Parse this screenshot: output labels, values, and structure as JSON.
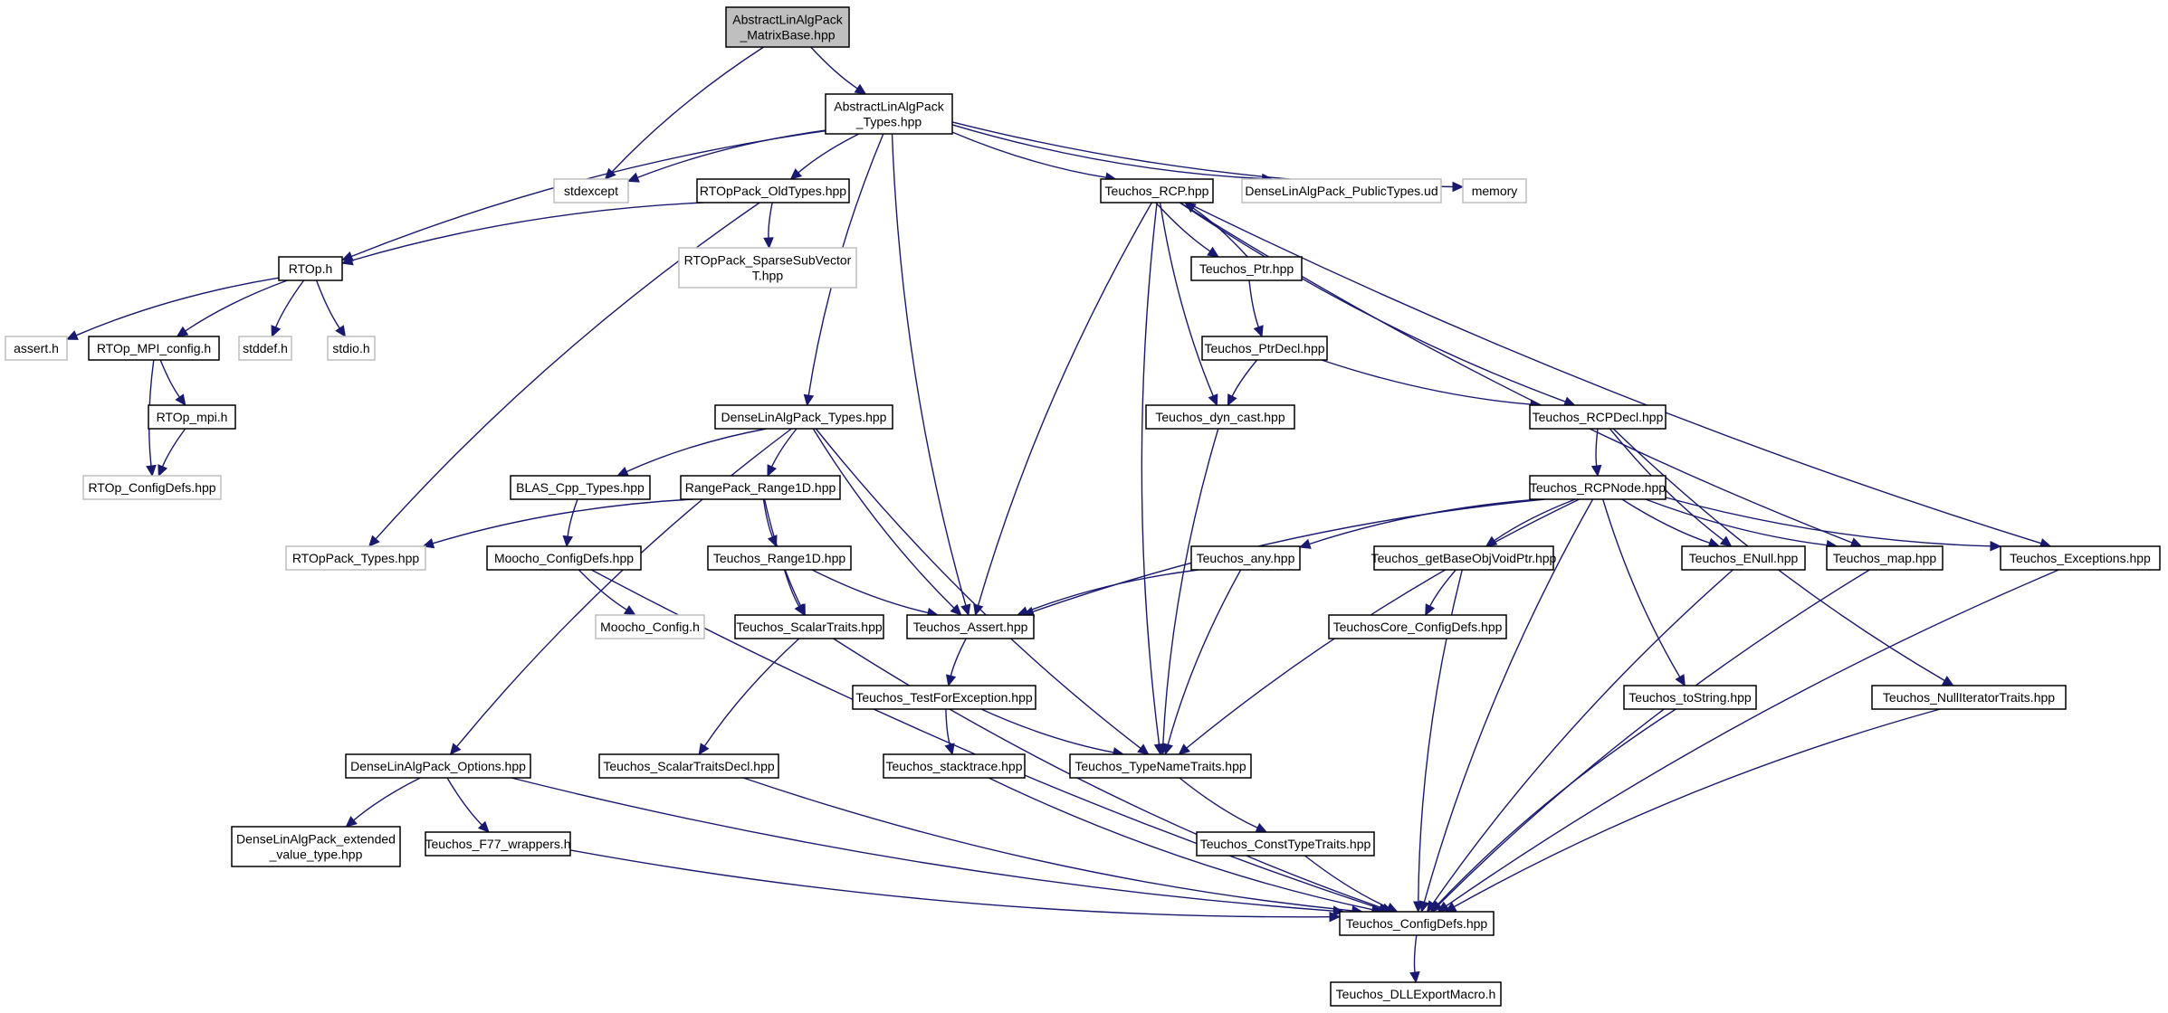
{
  "colors": {
    "edge": "#191970",
    "root_fill": "#bfbfbf",
    "external_border": "#bfbfbf",
    "node_border": "#000000"
  },
  "nodes": [
    {
      "id": "root",
      "lines": [
        "AbstractLinAlgPack",
        "_MatrixBase.hpp"
      ],
      "kind": "root"
    },
    {
      "id": "types",
      "lines": [
        "AbstractLinAlgPack",
        "_Types.hpp"
      ],
      "kind": "normal"
    },
    {
      "id": "stdexcept",
      "lines": [
        "stdexcept"
      ],
      "kind": "external"
    },
    {
      "id": "oldtypes",
      "lines": [
        "RTOpPack_OldTypes.hpp"
      ],
      "kind": "normal"
    },
    {
      "id": "rcp",
      "lines": [
        "Teuchos_RCP.hpp"
      ],
      "kind": "normal"
    },
    {
      "id": "pubtypes",
      "lines": [
        "DenseLinAlgPack_PublicTypes.ud"
      ],
      "kind": "external"
    },
    {
      "id": "memory",
      "lines": [
        "memory"
      ],
      "kind": "external"
    },
    {
      "id": "rtoph",
      "lines": [
        "RTOp.h"
      ],
      "kind": "normal"
    },
    {
      "id": "sparse",
      "lines": [
        "RTOpPack_SparseSubVector",
        "T.hpp"
      ],
      "kind": "external"
    },
    {
      "id": "ptr",
      "lines": [
        "Teuchos_Ptr.hpp"
      ],
      "kind": "normal"
    },
    {
      "id": "asserth",
      "lines": [
        "assert.h"
      ],
      "kind": "external"
    },
    {
      "id": "mpiconfig",
      "lines": [
        "RTOp_MPI_config.h"
      ],
      "kind": "normal"
    },
    {
      "id": "stddef",
      "lines": [
        "stddef.h"
      ],
      "kind": "external"
    },
    {
      "id": "stdio",
      "lines": [
        "stdio.h"
      ],
      "kind": "external"
    },
    {
      "id": "ptrdecl",
      "lines": [
        "Teuchos_PtrDecl.hpp"
      ],
      "kind": "normal"
    },
    {
      "id": "rtopmpi",
      "lines": [
        "RTOp_mpi.h"
      ],
      "kind": "normal"
    },
    {
      "id": "dlatypes",
      "lines": [
        "DenseLinAlgPack_Types.hpp"
      ],
      "kind": "normal"
    },
    {
      "id": "dyncast",
      "lines": [
        "Teuchos_dyn_cast.hpp"
      ],
      "kind": "normal"
    },
    {
      "id": "rcpdecl",
      "lines": [
        "Teuchos_RCPDecl.hpp"
      ],
      "kind": "normal"
    },
    {
      "id": "rtopconfig",
      "lines": [
        "RTOp_ConfigDefs.hpp"
      ],
      "kind": "external"
    },
    {
      "id": "blas",
      "lines": [
        "BLAS_Cpp_Types.hpp"
      ],
      "kind": "normal"
    },
    {
      "id": "range1d",
      "lines": [
        "RangePack_Range1D.hpp"
      ],
      "kind": "normal"
    },
    {
      "id": "rcpnode",
      "lines": [
        "Teuchos_RCPNode.hpp"
      ],
      "kind": "normal"
    },
    {
      "id": "rtoptypes",
      "lines": [
        "RTOpPack_Types.hpp"
      ],
      "kind": "external"
    },
    {
      "id": "mooconfigdefs",
      "lines": [
        "Moocho_ConfigDefs.hpp"
      ],
      "kind": "normal"
    },
    {
      "id": "trange1d",
      "lines": [
        "Teuchos_Range1D.hpp"
      ],
      "kind": "normal"
    },
    {
      "id": "any",
      "lines": [
        "Teuchos_any.hpp"
      ],
      "kind": "normal"
    },
    {
      "id": "getbase",
      "lines": [
        "Teuchos_getBaseObjVoidPtr.hpp"
      ],
      "kind": "normal"
    },
    {
      "id": "enull",
      "lines": [
        "Teuchos_ENull.hpp"
      ],
      "kind": "normal"
    },
    {
      "id": "map",
      "lines": [
        "Teuchos_map.hpp"
      ],
      "kind": "normal"
    },
    {
      "id": "exceptions",
      "lines": [
        "Teuchos_Exceptions.hpp"
      ],
      "kind": "normal"
    },
    {
      "id": "mooconfigh",
      "lines": [
        "Moocho_Config.h"
      ],
      "kind": "external"
    },
    {
      "id": "scalartraits",
      "lines": [
        "Teuchos_ScalarTraits.hpp"
      ],
      "kind": "normal"
    },
    {
      "id": "tassert",
      "lines": [
        "Teuchos_Assert.hpp"
      ],
      "kind": "normal"
    },
    {
      "id": "coreconfig",
      "lines": [
        "TeuchosCore_ConfigDefs.hpp"
      ],
      "kind": "normal"
    },
    {
      "id": "testfor",
      "lines": [
        "Teuchos_TestForException.hpp"
      ],
      "kind": "normal"
    },
    {
      "id": "tostring",
      "lines": [
        "Teuchos_toString.hpp"
      ],
      "kind": "normal"
    },
    {
      "id": "nulliter",
      "lines": [
        "Teuchos_NullIteratorTraits.hpp"
      ],
      "kind": "normal"
    },
    {
      "id": "options",
      "lines": [
        "DenseLinAlgPack_Options.hpp"
      ],
      "kind": "normal"
    },
    {
      "id": "scalartraitsdecl",
      "lines": [
        "Teuchos_ScalarTraitsDecl.hpp"
      ],
      "kind": "normal"
    },
    {
      "id": "stacktrace",
      "lines": [
        "Teuchos_stacktrace.hpp"
      ],
      "kind": "normal"
    },
    {
      "id": "typename",
      "lines": [
        "Teuchos_TypeNameTraits.hpp"
      ],
      "kind": "normal"
    },
    {
      "id": "extended",
      "lines": [
        "DenseLinAlgPack_extended",
        "_value_type.hpp"
      ],
      "kind": "normal"
    },
    {
      "id": "f77",
      "lines": [
        "Teuchos_F77_wrappers.h"
      ],
      "kind": "normal"
    },
    {
      "id": "consttype",
      "lines": [
        "Teuchos_ConstTypeTraits.hpp"
      ],
      "kind": "normal"
    },
    {
      "id": "tconfig",
      "lines": [
        "Teuchos_ConfigDefs.hpp"
      ],
      "kind": "normal"
    },
    {
      "id": "dllexport",
      "lines": [
        "Teuchos_DLLExportMacro.h"
      ],
      "kind": "normal"
    }
  ],
  "edges": [
    [
      "root",
      "types"
    ],
    [
      "root",
      "stdexcept"
    ],
    [
      "types",
      "stdexcept"
    ],
    [
      "types",
      "oldtypes"
    ],
    [
      "types",
      "rtoph"
    ],
    [
      "types",
      "rcp"
    ],
    [
      "types",
      "pubtypes"
    ],
    [
      "types",
      "memory"
    ],
    [
      "types",
      "dlatypes"
    ],
    [
      "types",
      "tassert"
    ],
    [
      "oldtypes",
      "rtoph"
    ],
    [
      "oldtypes",
      "sparse"
    ],
    [
      "oldtypes",
      "rtoptypes"
    ],
    [
      "rtoph",
      "asserth"
    ],
    [
      "rtoph",
      "mpiconfig"
    ],
    [
      "rtoph",
      "stddef"
    ],
    [
      "rtoph",
      "stdio"
    ],
    [
      "mpiconfig",
      "rtopmpi"
    ],
    [
      "mpiconfig",
      "rtopconfig"
    ],
    [
      "rtopmpi",
      "rtopconfig"
    ],
    [
      "rcp",
      "ptr"
    ],
    [
      "ptr",
      "rcp"
    ],
    [
      "ptr",
      "ptrdecl"
    ],
    [
      "ptrdecl",
      "dyncast"
    ],
    [
      "ptrdecl",
      "rcpdecl"
    ],
    [
      "rcp",
      "dyncast"
    ],
    [
      "rcp",
      "rcpdecl"
    ],
    [
      "rcp",
      "tassert"
    ],
    [
      "rcp",
      "typename"
    ],
    [
      "rcp",
      "map"
    ],
    [
      "rcp",
      "exceptions"
    ],
    [
      "rcpdecl",
      "rcpnode"
    ],
    [
      "rcpdecl",
      "enull"
    ],
    [
      "rcpdecl",
      "nulliter"
    ],
    [
      "rcpnode",
      "tassert"
    ],
    [
      "rcpnode",
      "any"
    ],
    [
      "rcpnode",
      "getbase"
    ],
    [
      "rcpnode",
      "enull"
    ],
    [
      "rcpnode",
      "map"
    ],
    [
      "rcpnode",
      "exceptions"
    ],
    [
      "rcpnode",
      "typename"
    ],
    [
      "rcpnode",
      "tostring"
    ],
    [
      "rcpnode",
      "tconfig"
    ],
    [
      "dyncast",
      "typename"
    ],
    [
      "dlatypes",
      "blas"
    ],
    [
      "dlatypes",
      "range1d"
    ],
    [
      "dlatypes",
      "options"
    ],
    [
      "dlatypes",
      "tassert"
    ],
    [
      "dlatypes",
      "typename"
    ],
    [
      "blas",
      "mooconfigdefs"
    ],
    [
      "mooconfigdefs",
      "mooconfigh"
    ],
    [
      "mooconfigdefs",
      "tconfig"
    ],
    [
      "range1d",
      "rtoptypes"
    ],
    [
      "range1d",
      "trange1d"
    ],
    [
      "range1d",
      "scalartraits"
    ],
    [
      "trange1d",
      "scalartraits"
    ],
    [
      "trange1d",
      "tassert"
    ],
    [
      "any",
      "tassert"
    ],
    [
      "any",
      "typename"
    ],
    [
      "getbase",
      "coreconfig"
    ],
    [
      "getbase",
      "tconfig"
    ],
    [
      "enull",
      "tconfig"
    ],
    [
      "map",
      "tconfig"
    ],
    [
      "exceptions",
      "tconfig"
    ],
    [
      "scalartraits",
      "scalartraitsdecl"
    ],
    [
      "scalartraits",
      "tconfig"
    ],
    [
      "tassert",
      "testfor"
    ],
    [
      "testfor",
      "stacktrace"
    ],
    [
      "testfor",
      "typename"
    ],
    [
      "tostring",
      "tconfig"
    ],
    [
      "nulliter",
      "tconfig"
    ],
    [
      "options",
      "extended"
    ],
    [
      "options",
      "f77"
    ],
    [
      "options",
      "tconfig"
    ],
    [
      "scalartraitsdecl",
      "tconfig"
    ],
    [
      "stacktrace",
      "tconfig"
    ],
    [
      "typename",
      "consttype"
    ],
    [
      "consttype",
      "tconfig"
    ],
    [
      "f77",
      "tconfig"
    ],
    [
      "tconfig",
      "dllexport"
    ]
  ]
}
